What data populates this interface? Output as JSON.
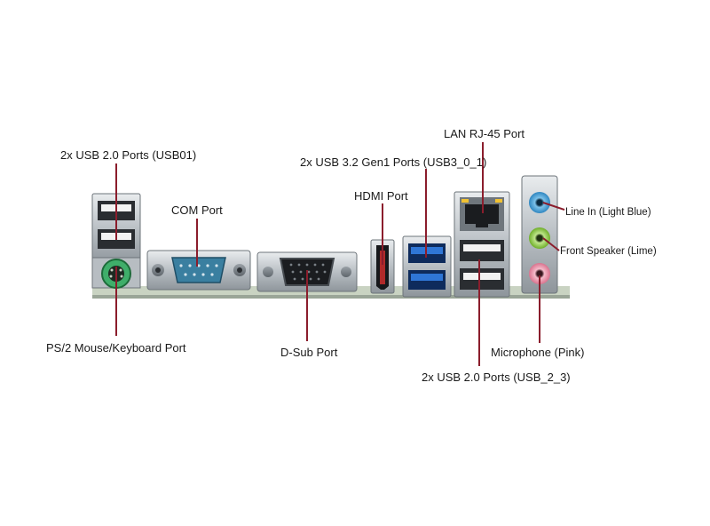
{
  "labels": {
    "usb2_top": "2x USB 2.0 Ports (USB01)",
    "ps2": "PS/2 Mouse/Keyboard Port",
    "com": "COM Port",
    "dsub": "D-Sub Port",
    "hdmi": "HDMI Port",
    "usb32": "2x USB 3.2 Gen1 Ports (USB3_0_1)",
    "lan": "LAN RJ-45 Port",
    "usb2_bottom": "2x USB 2.0 Ports (USB_2_3)",
    "line_in": "Line In (Light Blue)",
    "front_speaker": "Front Speaker (Lime)",
    "microphone": "Microphone (Pink)"
  },
  "colors": {
    "leader_line": "#8b1d2c",
    "usb3_blue": "#1f5fbf",
    "com_teal": "#3a7fa0",
    "audio_light_blue": "#4aa3d8",
    "audio_lime": "#8cc63f",
    "audio_pink": "#e68aa3",
    "ps2_green": "#3fae6a",
    "board_green": "#c9d3c2"
  }
}
